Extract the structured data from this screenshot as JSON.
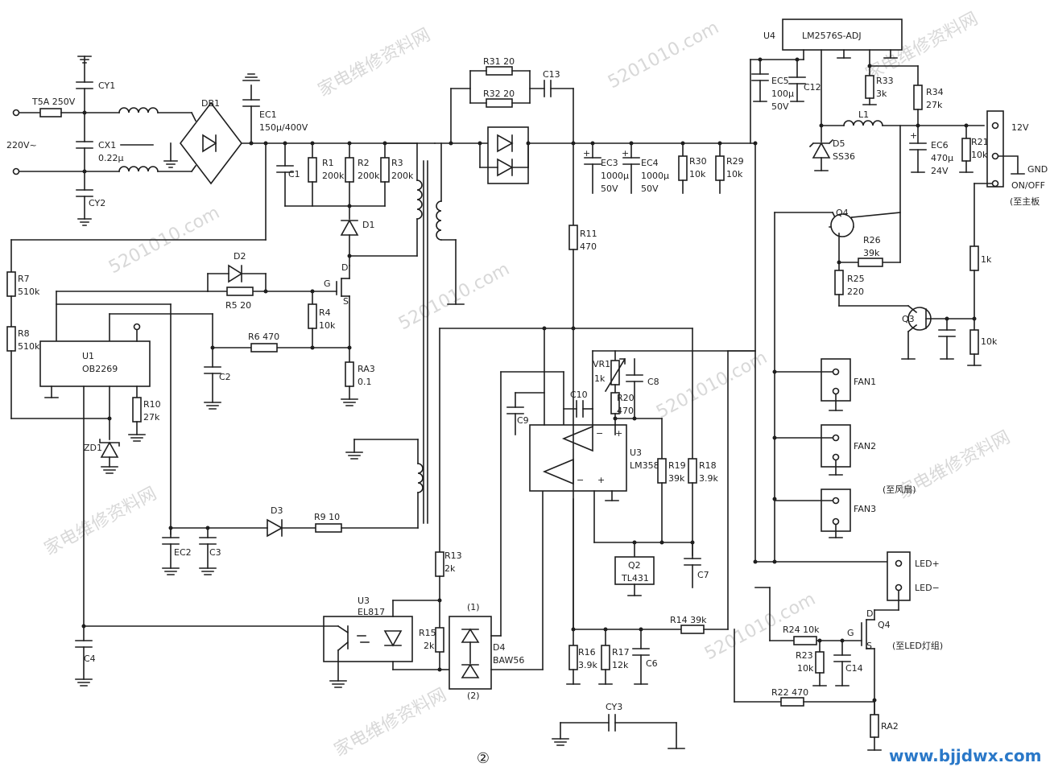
{
  "watermarks": [
    "家电维修资料网",
    "5201010.com"
  ],
  "site_badge": "www.bjjdwx.com",
  "page_number": "②",
  "input": {
    "mains": "220V~",
    "fuse": "T5A 250V"
  },
  "emi_filter": {
    "cy1": "CY1",
    "cy2": "CY2",
    "cy3": "CY3",
    "cx1": "CX1",
    "cx1_value": "0.22μ"
  },
  "bridge": {
    "name": "DB1"
  },
  "bulk_cap": {
    "name": "EC1",
    "value": "150μ/400V"
  },
  "snubber": {
    "c1": "C1",
    "r1": "R1",
    "r1v": "200k",
    "r2": "R2",
    "r2v": "200k",
    "r3": "R3",
    "r3v": "200k",
    "d1": "D1"
  },
  "mosfet": {
    "d": "D",
    "g": "G",
    "s": "S"
  },
  "gate": {
    "d2": "D2",
    "r5": "R5 20",
    "r4": "R4",
    "r4v": "10k",
    "r6": "R6 470",
    "c2": "C2",
    "ra3": "RA3",
    "ra3v": "0.1"
  },
  "startup": {
    "r7": "R7",
    "r7v": "510k",
    "r8": "R8",
    "r8v": "510k"
  },
  "controller": {
    "name": "U1",
    "part": "OB2269",
    "r10": "R10",
    "r10v": "27k",
    "zd1": "ZD1"
  },
  "aux_winding": {
    "d3": "D3",
    "r9": "R9 10",
    "ec2": "EC2",
    "c3": "C3",
    "c4": "C4"
  },
  "secondary": {
    "r31": "R31 20",
    "r32": "R32 20",
    "c13": "C13",
    "ec3": "EC3",
    "ec3v1": "1000μ",
    "ec3v2": "50V",
    "ec4": "EC4",
    "ec4v1": "1000μ",
    "ec4v2": "50V",
    "r30": "R30",
    "r30v": "10k",
    "r29": "R29",
    "r29v": "10k",
    "r11": "R11",
    "r11v": "470"
  },
  "feedback": {
    "u3a": "U3",
    "u3a_part": "LM358",
    "vr1": "VR1",
    "vr1v": "1k",
    "c8": "C8",
    "r20": "R20",
    "r20v": "470",
    "c10": "C10",
    "c9": "C9",
    "r19": "R19",
    "r19v": "39k",
    "r18": "R18",
    "r18v": "3.9k",
    "q2": "Q2",
    "q2_part": "TL431",
    "c7": "C7",
    "r14": "R14 39k",
    "r16": "R16",
    "r16v": "3.9k",
    "r17": "R17",
    "r17v": "12k",
    "c6": "C6",
    "r13": "R13",
    "r13v": "2k",
    "r15": "R15",
    "r15v": "2k",
    "d4": "D4",
    "d4_part": "BAW56",
    "d4_p1": "(1)",
    "d4_p2": "(2)"
  },
  "opto": {
    "name": "U3",
    "part": "EL817"
  },
  "buck": {
    "u4": "U4",
    "part": "LM2576S-ADJ",
    "ec5": "EC5",
    "ec5v1": "100μ",
    "ec5v2": "50V",
    "c12": "C12",
    "r33": "R33",
    "r33v": "3k",
    "r34": "R34",
    "r34v": "27k",
    "d5": "D5",
    "d5_part": "SS36",
    "l1": "L1",
    "ec6": "EC6",
    "ec6v1": "470μ",
    "ec6v2": "24V",
    "r21": "R21",
    "r21v": "10k"
  },
  "switch": {
    "q4": "Q4",
    "r26": "R26",
    "r26v": "39k",
    "r25": "R25",
    "r25v": "220",
    "q3": "Q3",
    "r1k": "1k",
    "r10k": "10k"
  },
  "connectors": {
    "v12": "12V",
    "gnd": "GND",
    "onoff": "ON/OFF",
    "to_main": "(至主板",
    "fan1": "FAN1",
    "fan2": "FAN2",
    "fan3": "FAN3",
    "to_fan": "(至风扇)",
    "led_p": "LED+",
    "led_n": "LED−",
    "to_led": "(至LED灯组)"
  },
  "led_driver": {
    "q4": "Q4",
    "d": "D",
    "g": "G",
    "s": "S",
    "r24": "R24 10k",
    "r23": "R23",
    "r23v": "10k",
    "c14": "C14",
    "r22": "R22 470",
    "ra2": "RA2"
  }
}
